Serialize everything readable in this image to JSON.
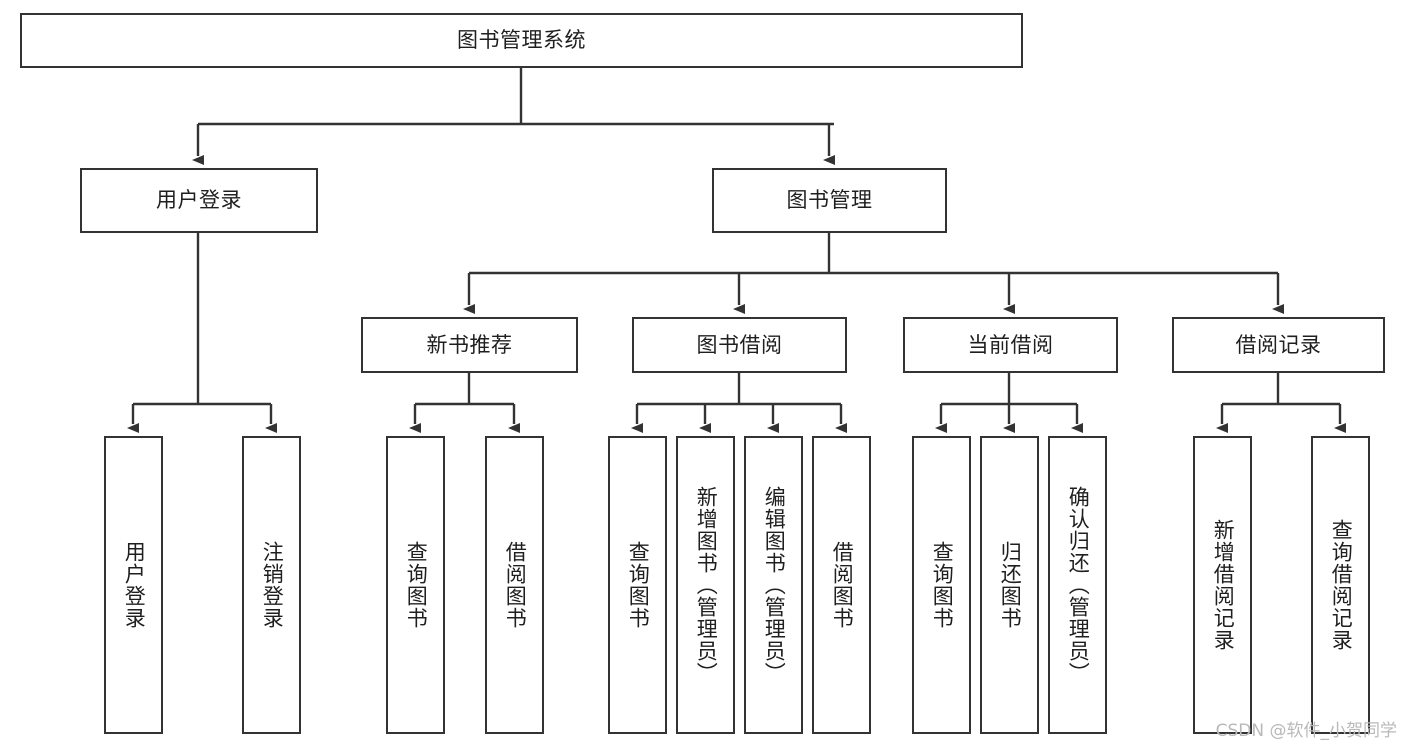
{
  "diagram": {
    "type": "tree",
    "root": {
      "id": "root",
      "label": "图书管理系统"
    },
    "level2": [
      {
        "id": "user-login",
        "label": "用户登录"
      },
      {
        "id": "book-manage",
        "label": "图书管理"
      }
    ],
    "level3": [
      {
        "id": "new-book-rec",
        "label": "新书推荐"
      },
      {
        "id": "book-borrow",
        "label": "图书借阅"
      },
      {
        "id": "current-borrow",
        "label": "当前借阅"
      },
      {
        "id": "borrow-record",
        "label": "借阅记录"
      }
    ],
    "leaves": [
      {
        "id": "leaf-user-login",
        "label": "用户登录",
        "parent": "user-login"
      },
      {
        "id": "leaf-logout",
        "label": "注销登录",
        "parent": "user-login"
      },
      {
        "id": "leaf-query-book-1",
        "label": "查询图书",
        "parent": "new-book-rec"
      },
      {
        "id": "leaf-borrow-book-1",
        "label": "借阅图书",
        "parent": "new-book-rec"
      },
      {
        "id": "leaf-query-book-2",
        "label": "查询图书",
        "parent": "book-borrow"
      },
      {
        "id": "leaf-add-book",
        "label": "新增图书（管理员）",
        "parent": "book-borrow"
      },
      {
        "id": "leaf-edit-book",
        "label": "编辑图书（管理员）",
        "parent": "book-borrow"
      },
      {
        "id": "leaf-borrow-book-2",
        "label": "借阅图书",
        "parent": "book-borrow"
      },
      {
        "id": "leaf-query-book-3",
        "label": "查询图书",
        "parent": "current-borrow"
      },
      {
        "id": "leaf-return-book",
        "label": "归还图书",
        "parent": "current-borrow"
      },
      {
        "id": "leaf-confirm-return",
        "label": "确认归还（管理员）",
        "parent": "current-borrow"
      },
      {
        "id": "leaf-add-record",
        "label": "新增借阅记录",
        "parent": "borrow-record"
      },
      {
        "id": "leaf-query-record",
        "label": "查询借阅记录",
        "parent": "borrow-record"
      }
    ]
  },
  "watermark": {
    "text": "CSDN @软件_小贺同学"
  },
  "colors": {
    "box_border": "#333333",
    "box_fill": "#ffffff",
    "edge": "#333333",
    "text": "#1f1f1f",
    "watermark": "#b9b9b9"
  }
}
